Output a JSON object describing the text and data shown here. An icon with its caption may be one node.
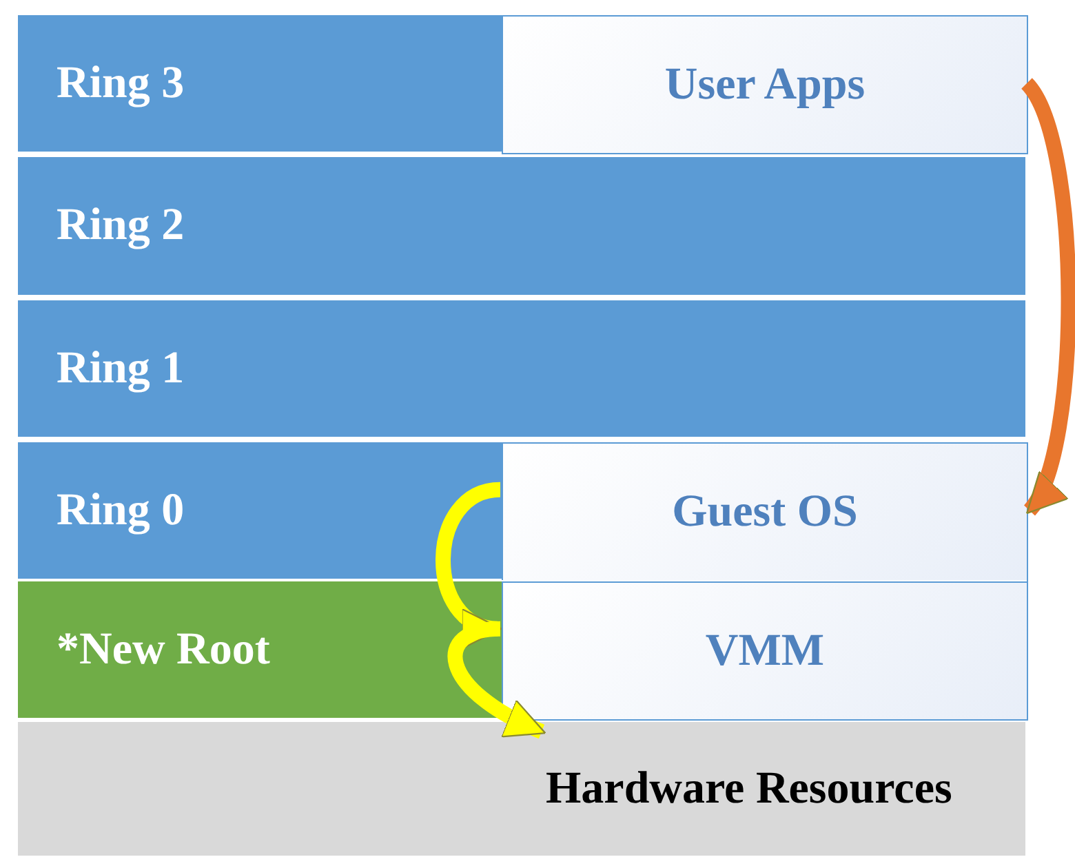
{
  "diagram": {
    "nodes": [
      {
        "text": [
          "Ring 3"
        ]
      },
      {
        "text": [
          "User Apps"
        ],
        "in": 0
      },
      {
        "text": [
          "Ring 2"
        ]
      },
      {
        "text": [
          "Ring 1"
        ]
      },
      {
        "text": [
          "Ring 0"
        ]
      },
      {
        "text": [
          "Guest OS"
        ],
        "in": 4
      },
      {
        "text": [
          "*New Root"
        ]
      },
      {
        "text": [
          "VMM"
        ],
        "in": 6
      },
      {
        "text": [
          "Hardware Resources"
        ]
      }
    ],
    "edges": [
      {
        "from": 1,
        "to": 5,
        "arrow": "to",
        "color": "#e8762d"
      },
      {
        "from": 5,
        "to": 7,
        "arrow": "to",
        "color": "#ffff00"
      },
      {
        "from": 7,
        "to": 8,
        "arrow": "to",
        "color": "#ffff00"
      }
    ]
  }
}
